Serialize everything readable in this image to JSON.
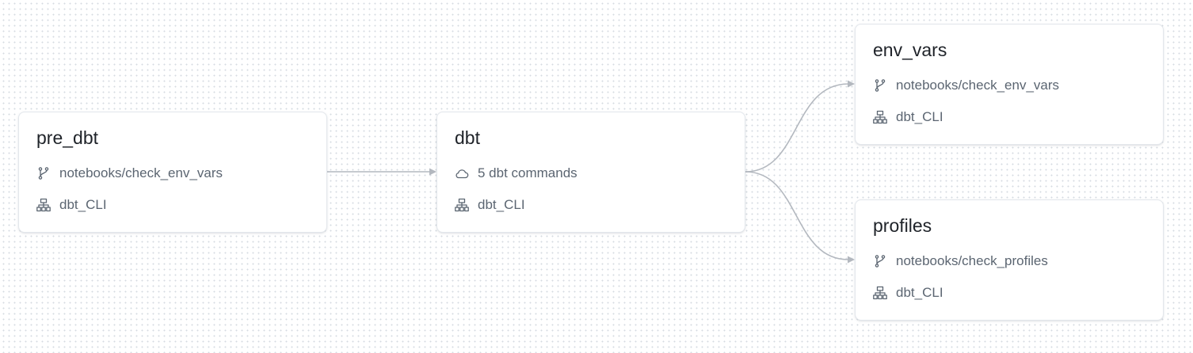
{
  "nodes": [
    {
      "id": "pre_dbt",
      "title": "pre_dbt",
      "rows": [
        {
          "icon": "branch-icon",
          "text": "notebooks/check_env_vars"
        },
        {
          "icon": "cluster-icon",
          "text": "dbt_CLI"
        }
      ]
    },
    {
      "id": "dbt",
      "title": "dbt",
      "rows": [
        {
          "icon": "cloud-icon",
          "text": "5 dbt commands"
        },
        {
          "icon": "cluster-icon",
          "text": "dbt_CLI"
        }
      ]
    },
    {
      "id": "env_vars",
      "title": "env_vars",
      "rows": [
        {
          "icon": "branch-icon",
          "text": "notebooks/check_env_vars"
        },
        {
          "icon": "cluster-icon",
          "text": "dbt_CLI"
        }
      ]
    },
    {
      "id": "profiles",
      "title": "profiles",
      "rows": [
        {
          "icon": "branch-icon",
          "text": "notebooks/check_profiles"
        },
        {
          "icon": "cluster-icon",
          "text": "dbt_CLI"
        }
      ]
    }
  ],
  "edges": [
    {
      "from": "pre_dbt",
      "to": "dbt"
    },
    {
      "from": "dbt",
      "to": "env_vars"
    },
    {
      "from": "dbt",
      "to": "profiles"
    }
  ],
  "colors": {
    "edge": "#b3b8bf",
    "title_text": "#1f2329",
    "row_text": "#5b6571",
    "card_border": "#e3e7ec",
    "dot_grid": "#d6dbe1"
  }
}
